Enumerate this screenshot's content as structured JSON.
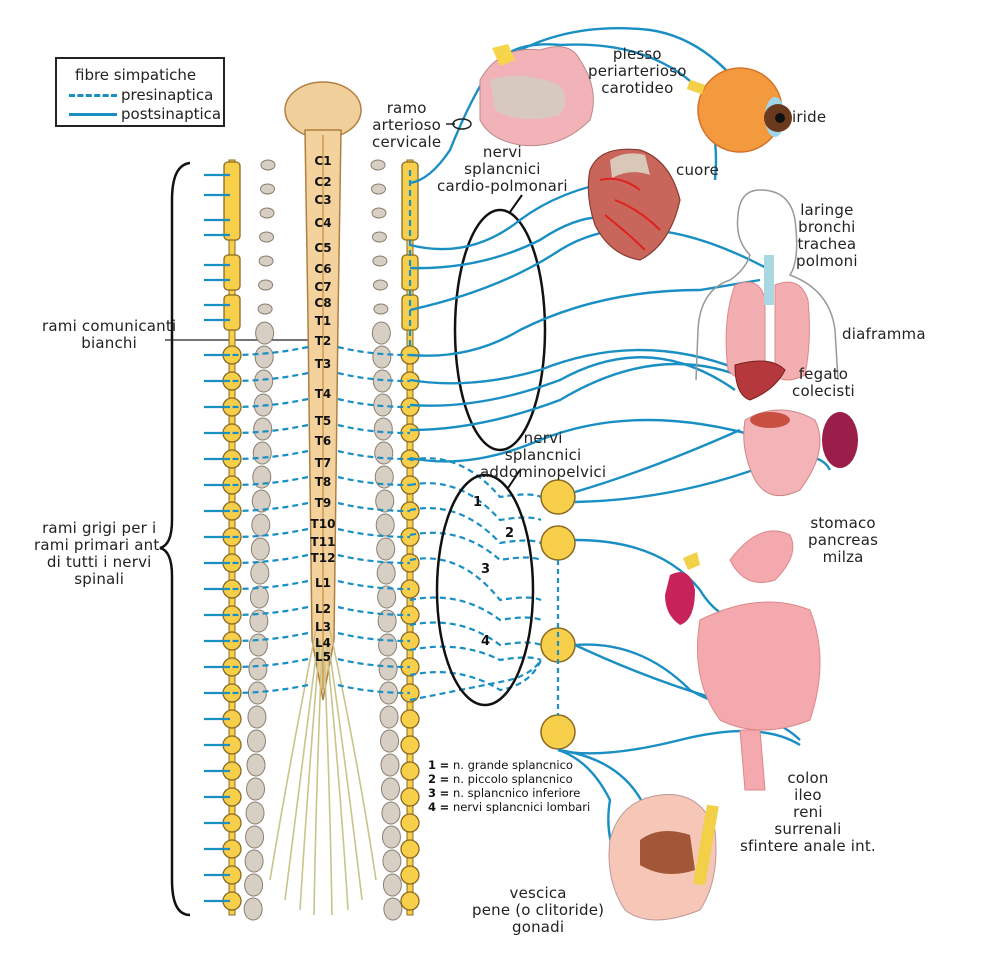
{
  "legend": {
    "title": "fibre simpatiche",
    "items": [
      {
        "style": "dashed",
        "label": "presinaptica"
      },
      {
        "style": "solid",
        "label": "postsinaptica"
      }
    ]
  },
  "colors": {
    "nerve": "#1a8fc4",
    "ganglion_fill": "#f7cf4a",
    "ganglion_stroke": "#8a6a20",
    "spinal_cord": "#f1cf9a",
    "vertebra": "#d8cfc4",
    "organ_pink": "#f1a7ad",
    "eye_orange": "#f39a3e"
  },
  "spinal_segments": [
    "C1",
    "C2",
    "C3",
    "C4",
    "C5",
    "C6",
    "C7",
    "C8",
    "T1",
    "T2",
    "T3",
    "T4",
    "T5",
    "T6",
    "T7",
    "T8",
    "T9",
    "T10",
    "T11",
    "T12",
    "L1",
    "L2",
    "L3",
    "L4",
    "L5"
  ],
  "labels": {
    "ramo_arterioso": [
      "ramo",
      "arterioso",
      "cervicale"
    ],
    "plesso": [
      "plesso",
      "periarterioso",
      "carotideo"
    ],
    "iride": [
      "iride"
    ],
    "cuore": [
      "cuore"
    ],
    "nervi_cardio": [
      "nervi",
      "splancnici",
      "cardio-polmonari"
    ],
    "laringe": [
      "laringe",
      "bronchi",
      "trachea",
      "polmoni"
    ],
    "diaframma": [
      "diaframma"
    ],
    "fegato": [
      "fegato",
      "colecisti"
    ],
    "nervi_addomino": [
      "nervi",
      "splancnici",
      "addominopelvici"
    ],
    "stomaco": [
      "stomaco",
      "pancreas",
      "milza"
    ],
    "colon": [
      "colon",
      "ileo",
      "reni",
      "surrenali",
      "sfintere anale int."
    ],
    "vescica": [
      "vescica",
      "pene (o clitoride)",
      "gonadi"
    ],
    "rami_bianchi": [
      "rami comunicanti",
      "bianchi"
    ],
    "rami_grigi": [
      "rami grigi  per i",
      "rami primari ant.",
      "di tutti i nervi",
      "spinali"
    ]
  },
  "splanchnic_numbers": [
    "1",
    "2",
    "3",
    "4"
  ],
  "splanchnic_key": [
    {
      "num": "1",
      "text": "n. grande splancnico"
    },
    {
      "num": "2",
      "text": "n. piccolo splancnico"
    },
    {
      "num": "3",
      "text": "n. splancnico inferiore"
    },
    {
      "num": "4",
      "text": "nervi splancnici lombari"
    }
  ]
}
